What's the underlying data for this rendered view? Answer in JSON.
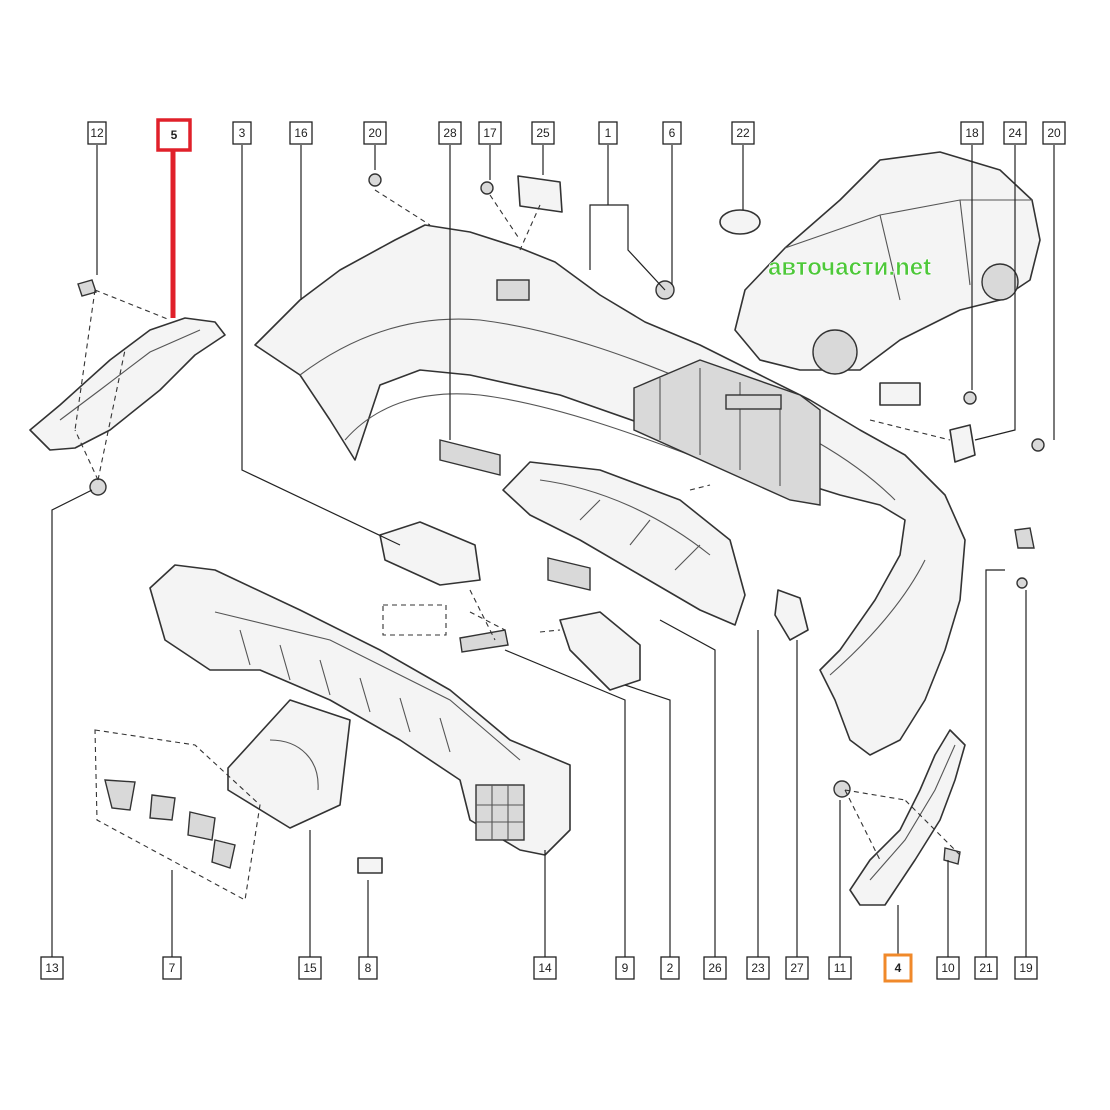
{
  "watermark": "авточасти.net",
  "highlight_colors": {
    "part_5": "#e0202a",
    "part_4": "#f0892a"
  },
  "callouts_top": [
    "12",
    "5",
    "3",
    "16",
    "20",
    "28",
    "17",
    "25",
    "1",
    "6",
    "22",
    "18",
    "24",
    "20"
  ],
  "callouts_bottom": [
    "13",
    "7",
    "15",
    "8",
    "14",
    "9",
    "2",
    "26",
    "23",
    "27",
    "11",
    "4",
    "10",
    "21",
    "19"
  ],
  "highlighted": {
    "red": "5",
    "orange": "4"
  }
}
